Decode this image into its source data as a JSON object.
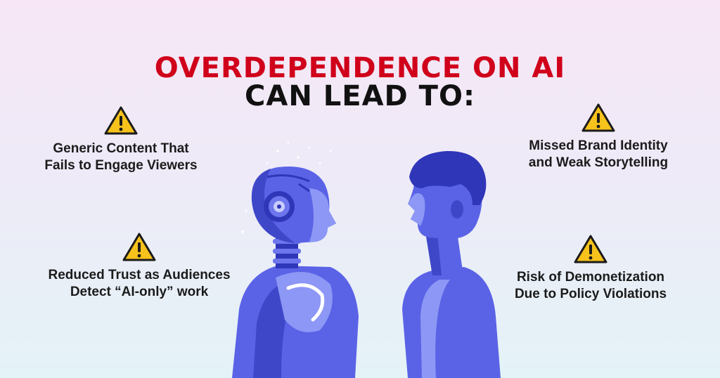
{
  "title": {
    "line1": "OVERDEPENDENCE ON AI",
    "line2": "CAN LEAD TO:"
  },
  "points": [
    {
      "text": "Generic Content That\nFails to Engage Viewers",
      "icon": "warning-icon"
    },
    {
      "text": "Reduced Trust as Audiences\nDetect “AI-only” work",
      "icon": "warning-icon"
    },
    {
      "text": "Missed Brand Identity\nand Weak Storytelling",
      "icon": "warning-icon"
    },
    {
      "text": "Risk of Demonetization\nDue to Policy Violations",
      "icon": "warning-icon"
    }
  ],
  "colors": {
    "title_accent": "#d0021b",
    "title_dark": "#111111",
    "warning_fill": "#f7c21b",
    "figure_blue": "#5a63e6",
    "figure_dark": "#2f36b8",
    "figure_light": "#8d97f5"
  },
  "illustration": {
    "robot": "robot-head-illustration",
    "human": "human-head-illustration"
  }
}
